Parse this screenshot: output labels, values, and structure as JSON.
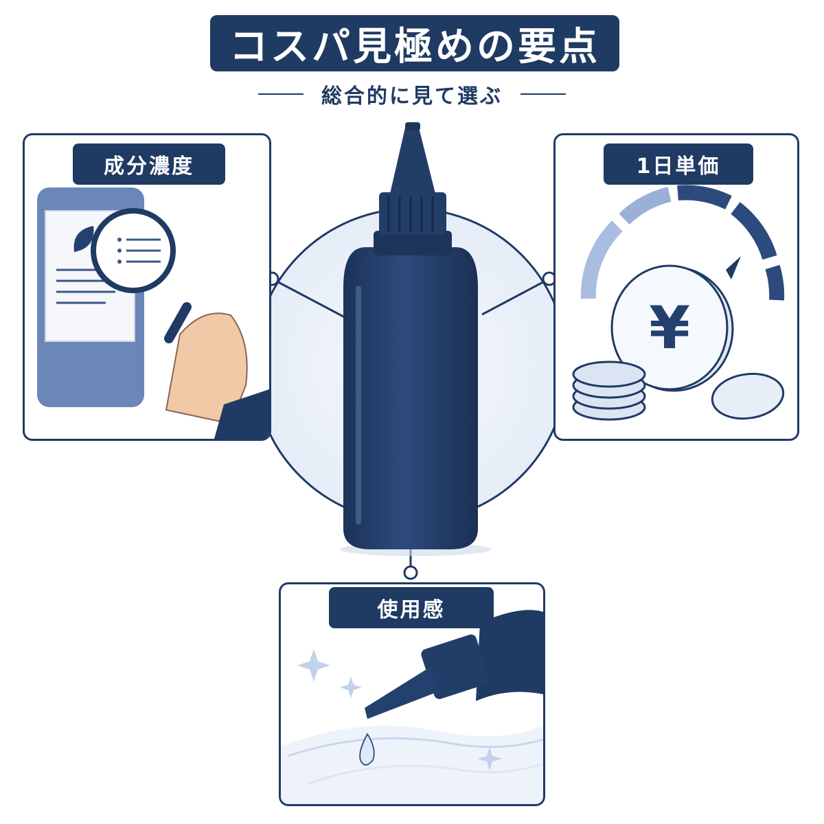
{
  "title": "コスパ見極めの要点",
  "subtitle": "総合的に見て選ぶ",
  "points": {
    "concentration": {
      "label": "成分濃度",
      "icon": "magnifying-glass-icon"
    },
    "daily_price": {
      "label": "1日単価",
      "icon": "yen-coin-icon",
      "currency_symbol": "¥"
    },
    "usability": {
      "label": "使用感",
      "icon": "dropper-bottle-icon"
    }
  },
  "colors": {
    "navy": "#1f3a63",
    "light_blue": "#e8eef8",
    "bottle": "#24406e",
    "accent_blue": "#5f7fb3"
  }
}
